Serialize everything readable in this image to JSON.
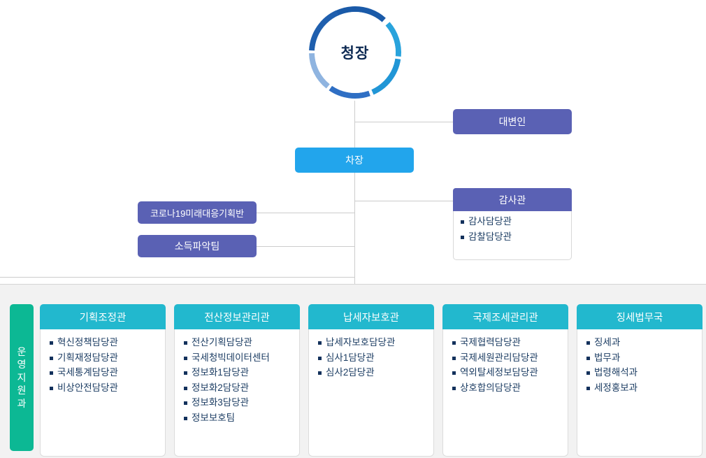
{
  "colors": {
    "purple": "#5a61b4",
    "blue": "#22a5ec",
    "cyan": "#22b8ce",
    "green": "#0cb894",
    "panel_bg": "#f2f2f2",
    "line": "#cccccc",
    "text_navy": "#1c3d63",
    "ring_dark_blue": "#1a5aa8",
    "ring_light_blue": "#2196d6",
    "ring_cyan": "#29a3dc",
    "ring_pale_blue": "#8fb4e0",
    "ring_mid_blue": "#2f6fc4"
  },
  "commissioner": {
    "label": "청장"
  },
  "spokesperson": {
    "label": "대변인"
  },
  "deputy": {
    "label": "차장"
  },
  "left_teams": [
    {
      "label": "코로나19미래대응기획반"
    },
    {
      "label": "소득파악팀"
    }
  ],
  "audit": {
    "title": "감사관",
    "items": [
      "감사담당관",
      "감찰담당관"
    ]
  },
  "support_office": {
    "label": "운영지원과"
  },
  "departments": [
    {
      "title": "기획조정관",
      "items": [
        "혁신정책담당관",
        "기획재정담당관",
        "국세통계담당관",
        "비상안전담당관"
      ]
    },
    {
      "title": "전산정보관리관",
      "items": [
        "전산기획담당관",
        "국세청빅데이터센터",
        "정보화1담당관",
        "정보화2담당관",
        "정보화3담당관",
        "정보보호팀"
      ]
    },
    {
      "title": "납세자보호관",
      "items": [
        "납세자보호담당관",
        "심사1담당관",
        "심사2담당관"
      ]
    },
    {
      "title": "국제조세관리관",
      "items": [
        "국제협력담당관",
        "국제세원관리담당관",
        "역외탈세정보담당관",
        "상호합의담당관"
      ]
    },
    {
      "title": "징세법무국",
      "items": [
        "징세과",
        "법무과",
        "법령해석과",
        "세정홍보과"
      ]
    }
  ]
}
